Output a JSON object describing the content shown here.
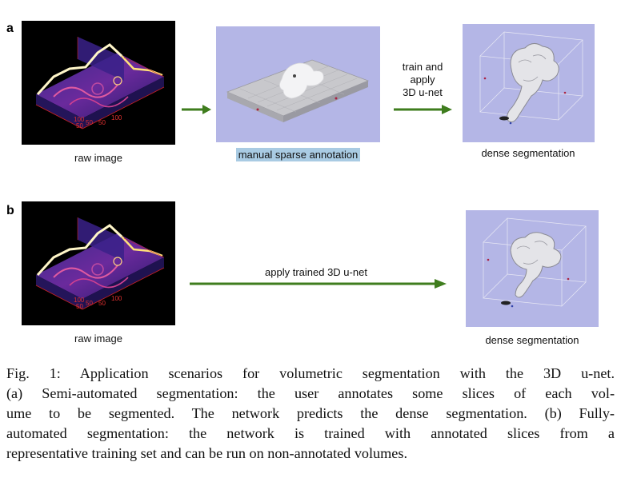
{
  "panels": {
    "a": {
      "label": "a",
      "raw_caption": "raw image",
      "annotation_caption": "manual sparse annotation",
      "arrow_text_lines": [
        "train and",
        "apply",
        "3D u-net"
      ],
      "result_caption": "dense segmentation",
      "axis_ticks": [
        "100",
        "50",
        "50",
        "100",
        "50"
      ]
    },
    "b": {
      "label": "b",
      "raw_caption": "raw image",
      "arrow_text": "apply trained 3D u-net",
      "result_caption": "dense segmentation",
      "axis_ticks": [
        "100",
        "50",
        "50",
        "100",
        "50"
      ]
    }
  },
  "caption": {
    "lines": [
      "Fig. 1: Application scenarios for volumetric segmentation with the 3D u-net.",
      "(a) Semi-automated segmentation: the user annotates some slices of each vol-",
      "ume to be segmented. The network predicts the dense segmentation. (b) Fully-",
      "automated segmentation: the network is trained with annotated slices from a",
      "representative training set and can be run on non-annotated volumes."
    ]
  },
  "colors": {
    "arrow_green": "#3f7d1e",
    "lavender_bg": "#b4b6e6",
    "highlight": "#a9cbe3"
  }
}
